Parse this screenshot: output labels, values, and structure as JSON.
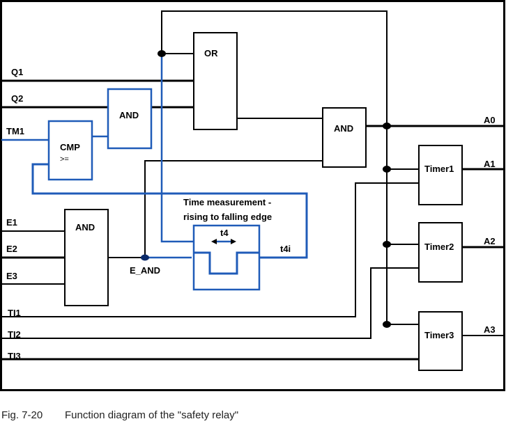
{
  "colors": {
    "black_wire": "#000000",
    "blue_wire": "#1f5bb8",
    "background": "#ffffff"
  },
  "caption": {
    "figure_number": "Fig. 7-20",
    "text": "Function diagram of the \"safety relay\""
  },
  "inputs": {
    "q1": "Q1",
    "q2": "Q2",
    "tm1": "TM1",
    "e1": "E1",
    "e2": "E2",
    "e3": "E3",
    "ti1": "TI1",
    "ti2": "TI2",
    "ti3": "TI3"
  },
  "outputs": {
    "a0": "A0",
    "a1": "A1",
    "a2": "A2",
    "a3": "A3"
  },
  "blocks": {
    "or_gate": "OR",
    "and_q2": "AND",
    "cmp": "CMP",
    "cmp_op": ">=",
    "and_main": "AND",
    "and_e": "AND",
    "timer1": "Timer1",
    "timer2": "Timer2",
    "timer3": "Timer3"
  },
  "time_measurement": {
    "title_line1": "Time  measurement  -",
    "title_line2": "rising to falling edge",
    "pulse_label": "t4",
    "output_label": "t4i"
  },
  "nodes": {
    "e_and": "E_AND"
  }
}
